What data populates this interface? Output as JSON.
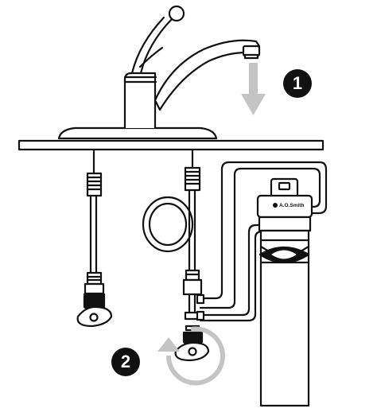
{
  "steps": [
    {
      "number": "1"
    },
    {
      "number": "2"
    }
  ],
  "filter": {
    "brand_label": "A.O.Smith"
  },
  "colors": {
    "line": "#111111",
    "arrow_gray": "#c4c4c4",
    "badge_fill": "#111111",
    "badge_text": "#ffffff",
    "background": "#ffffff"
  },
  "icons": {
    "flow_arrow": "down-arrow-icon",
    "rotate_arrow": "counterclockwise-rotate-icon"
  }
}
